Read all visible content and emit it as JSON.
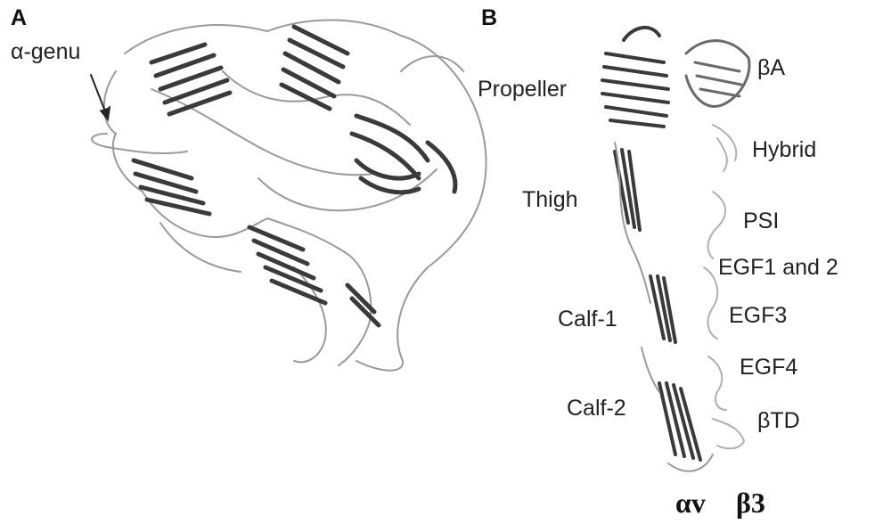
{
  "panel_a": {
    "letter": "A",
    "callout": "α-genu"
  },
  "panel_b": {
    "letter": "B",
    "domains": {
      "propeller": "Propeller",
      "thigh": "Thigh",
      "calf1": "Calf-1",
      "calf2": "Calf-2",
      "beta_a": "βA",
      "hybrid": "Hybrid",
      "psi": "PSI",
      "egf12": "EGF1 and 2",
      "egf3": "EGF3",
      "egf4": "EGF4",
      "beta_td": "βTD"
    },
    "chains": {
      "alpha": "αv",
      "beta": "β3"
    }
  },
  "colors": {
    "dark_strand": "#3a3a3a",
    "light_strand": "#9a9a9a",
    "label_text": "#222222"
  }
}
